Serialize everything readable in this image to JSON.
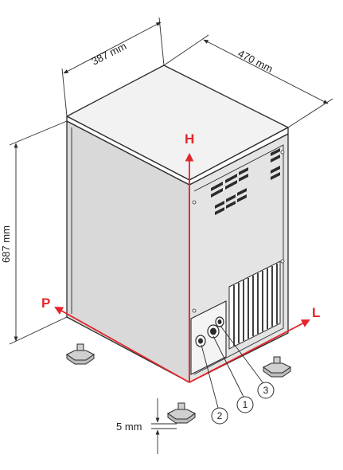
{
  "dimensions": {
    "width": "387 mm",
    "depth": "470 mm",
    "height": "687 mm",
    "foot_clearance": "5 mm"
  },
  "axes": {
    "height_axis": "H",
    "length_axis": "L",
    "depth_axis": "P"
  },
  "callouts": [
    "1",
    "2",
    "3"
  ],
  "colors": {
    "outline": "#2b2b2b",
    "axis_red": "#e3262b",
    "body_shade": "#d9d9d9",
    "body_light": "#f2f2f2"
  }
}
